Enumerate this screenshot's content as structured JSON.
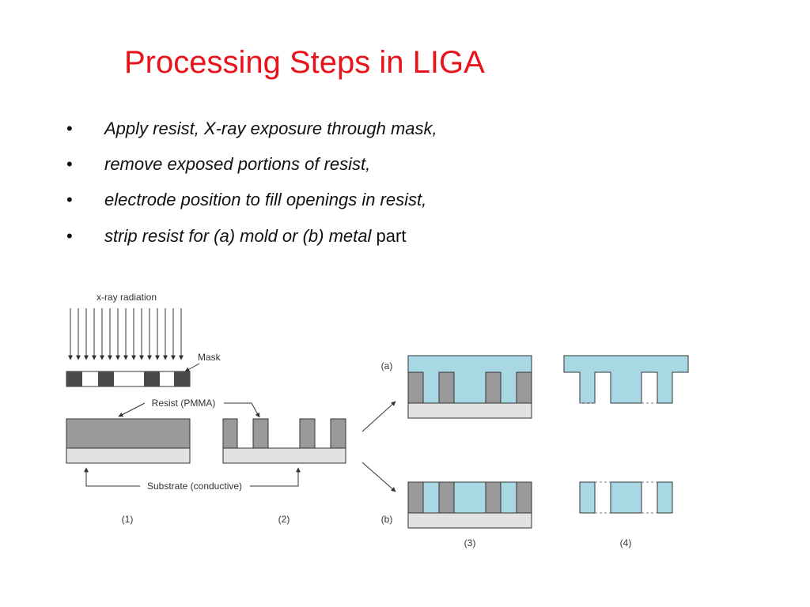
{
  "slide": {
    "title": "Processing Steps in LIGA",
    "bullets": [
      {
        "marker": "•",
        "italic": "Apply resist, X-ray exposure through mask,",
        "normal": ""
      },
      {
        "marker": "•",
        "italic": "remove exposed portions of resist,",
        "normal": ""
      },
      {
        "marker": "•",
        "italic": "electrode position to fill openings in resist,",
        "normal": ""
      },
      {
        "marker": "•",
        "italic": "strip resist for (a) mold or (b) metal",
        "normal": " part"
      }
    ]
  },
  "diagram": {
    "labels": {
      "radiation": "x-ray radiation",
      "mask": "Mask",
      "resist": "Resist (PMMA)",
      "substrate": "Substrate (conductive)",
      "route_a": "(a)",
      "route_b": "(b)",
      "step1": "(1)",
      "step2": "(2)",
      "step3": "(3)",
      "step4": "(4)"
    },
    "colors": {
      "resist": "#9a9a9a",
      "substrate": "#e2e2e2",
      "metal": "#a8d8e4",
      "mask_dark": "#4a4a4a",
      "title": "#e8141b"
    }
  }
}
